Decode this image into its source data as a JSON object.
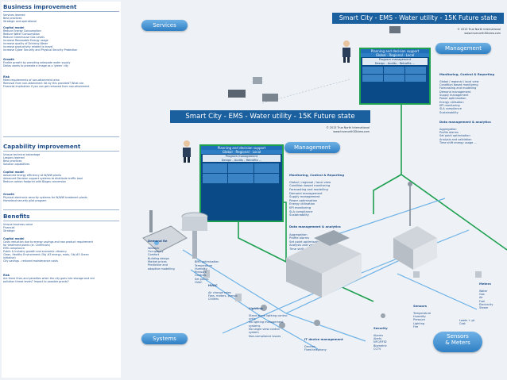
{
  "left_panel": {
    "business": {
      "title": "Business improvement",
      "intro": "Services learned\nBest practices\nStrategic and operational",
      "capital_head": "Capital model",
      "capital": "Reduce Energy Consumption\nReduce Water Consumption\nReduce Greenhouse Gas Levels\nIncrease Renewable Energy usage\nIncrease quality of Drinking Water\nIncrease productivity related to travel\nIncrease Cyber Security and Physical Security Protection",
      "growth_head": "Growth",
      "growth": "Enable growth by providing adequate water supply\nDallas wants to promote a image as a 'green' city",
      "risk_head": "Risk",
      "risk": "Meet requirements of non-attainment area\nRemoval from non-attainment list by this provided? What are\nFinancial implication if you can get removed from non-attainment"
    },
    "capability": {
      "title": "Capability improvement",
      "intro": "Unique technical advantage\nLessons learned\nBest practices\nSolution capabilities",
      "capital_head": "Capital model",
      "capital": "Advanced energy efficiency at W/WW plants\nAdvanced Decision support systems to distribute traffic load\nReduce carbon footprint with Biogas conversion",
      "growth_head": "Growth",
      "growth": "Physical electronic security systems for W/WW treatment plants\nHomeland security pilot program"
    },
    "benefits": {
      "title": "Benefits",
      "intro": "Unique business value\nFinancial\nStrategic",
      "capital_head": "Capital model",
      "capital": "Costs reduction due to energy savings and raw product requirement\nfor treatment plants (ie. Chemicals)\nEMS compliance\nPublic & Industry growth and economic vibrancy\nClean, Healthy Environment (Obj #3 energy, mats, Obj #5 Green\nInitiative)\nCity savings - reduced maintenance costs",
      "risk_head": "Risk",
      "risk": "Are there fines and penalties when the city goes into storage and red\npollution threat levels? Impact to possible grants?"
    }
  },
  "pills": {
    "services": "Services",
    "management_top": "Management",
    "management_mid": "Management",
    "systems": "Systems",
    "sensors_meters": "Sensors\n& Meters"
  },
  "banners": {
    "top": "Smart City - EMS - Water utility - 15K Future state",
    "mid": "Smart City - EMS - Water utility - 15K Future state"
  },
  "credits": {
    "line1": "© 2013 True North International",
    "line2": "www.truenorth3Dview.com"
  },
  "planning_box": {
    "title": "Planning and decision support",
    "subtitle": "Global - Regional - Local",
    "program": "Program management",
    "program_sub": "Design - Audits - Retrofits ..."
  },
  "management_text": {
    "monitoring_head": "Monitoring, Control & Reporting",
    "monitoring": "Global / regional / local view\nCondition based monitoring\nForecasting and modelling\nDemand management\nSupply management\nPower optimisation\nEnergy utilisation\nKPI monitoring\nSLA compliance\nSustainability",
    "data_head": "Data management & analytics",
    "data": "Aggregation\nProfile alarms\nSet point optimisation\nAnalysis and validation\nTime shift energy usage ..."
  },
  "systems_text": {
    "demand_head": "Demand Re",
    "demand": "Weather\nOccupancy\nComfort\nBuilding design\nMarket prices\nPredictive and\nadaptive modelling",
    "ems": "BMS optimisation\nTemperature\nHumidity\nPressure\nControls\nSet points\nHVAC",
    "hvac_head": "HVAC",
    "hvac": "Air change rates\nFans, motors, pumps\nChillers",
    "lighting_head": "Lighting",
    "lighting": "Stand alone lighting control\nunits\nNo lighting management\nsystems\nNo single view control\nsystem\nNon-compliance issues",
    "it_head": "IT device management",
    "it": "Devices\nFixed telephony",
    "security_head": "Security",
    "security": "Alarms\nAlerts\nNFC/RFID\nBiometric\nCCTV",
    "sensors_head": "Sensors",
    "sensors": "Temperature\nHumidity\nPressure\nLighting\nFire",
    "meters_head": "Meters",
    "meters": "Water\nGas\nAir\nFuel\nElectricity\nSteam",
    "loads": "Loads + gt\nCost"
  },
  "colors": {
    "network_green": "#1ea050",
    "network_blue": "#6fb2e6",
    "banner": "#1a5f9e",
    "panel_text": "#1f4e8a"
  }
}
